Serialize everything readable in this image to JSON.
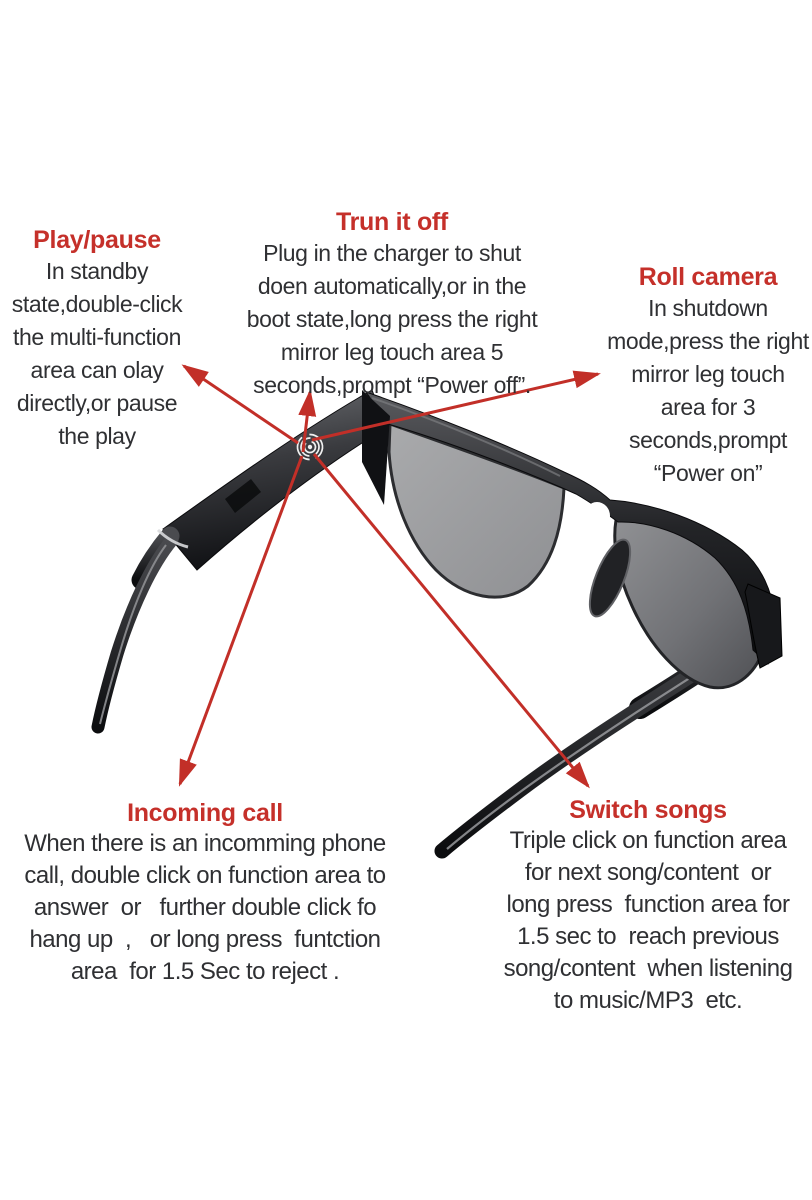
{
  "diagram_title": "smart audio sunglasses touch-control instructions",
  "colors": {
    "accent_red": "#c5302a",
    "body_text": "#2f3033",
    "frame_black": "#0c0d0f",
    "lens_gray": "#97989b",
    "background": "#ffffff"
  },
  "icons": {
    "fingerprint": "fingerprint-touch-icon"
  },
  "annotations": {
    "play_pause": {
      "title": "Play/pause",
      "lines": [
        "In standby",
        "state,double-click",
        "the multi-function",
        "area can olay",
        "directly,or pause",
        "the play"
      ]
    },
    "turn_off": {
      "title": "Trun it off",
      "lines": [
        "Plug in the charger to shut",
        "doen automatically,or in the",
        "boot state,long press the right",
        "mirror leg touch area 5",
        "seconds,prompt “Power off”."
      ]
    },
    "roll_camera": {
      "title": "Roll camera",
      "lines": [
        "In shutdown",
        "mode,press the right",
        "mirror leg touch",
        "area for 3",
        "seconds,prompt",
        "“Power on”"
      ]
    },
    "incoming_call": {
      "title": "Incoming call",
      "lines": [
        "When there is an incomming phone",
        "call, double click on function area to",
        "answer  or   further double click fo",
        "hang up  ,   or long press  funtction",
        "area  for 1.5 Sec to reject ."
      ]
    },
    "switch_songs": {
      "title": "Switch songs",
      "lines": [
        "Triple click on function area",
        "for next song/content  or",
        "long press  function area for",
        "1.5 sec to  reach previous",
        "song/content  when listening",
        "to music/MP3  etc."
      ]
    }
  }
}
